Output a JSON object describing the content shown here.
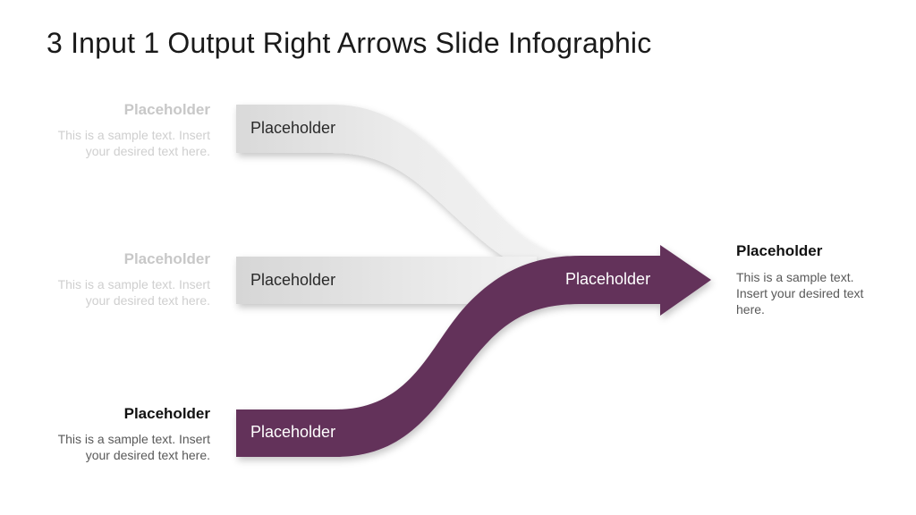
{
  "title": "3 Input 1 Output Right Arrows Slide Infographic",
  "inputs": [
    {
      "heading": "Placeholder",
      "text": "This is a sample text. Insert your desired text here.",
      "arrow_label": "Placeholder"
    },
    {
      "heading": "Placeholder",
      "text": "This is a sample text. Insert your desired text here.",
      "arrow_label": "Placeholder"
    },
    {
      "heading": "Placeholder",
      "text": "This is a sample text. Insert your desired text here.",
      "arrow_label": "Placeholder"
    }
  ],
  "output": {
    "heading": "Placeholder",
    "text": "This is a sample text. Insert your desired text here.",
    "arrow_label": "Placeholder"
  },
  "colors": {
    "inactive_light": "#f0f0f0",
    "inactive_dark": "#d9d9d9",
    "accent_light": "#ad74a8",
    "accent_dark": "#6a3560"
  }
}
